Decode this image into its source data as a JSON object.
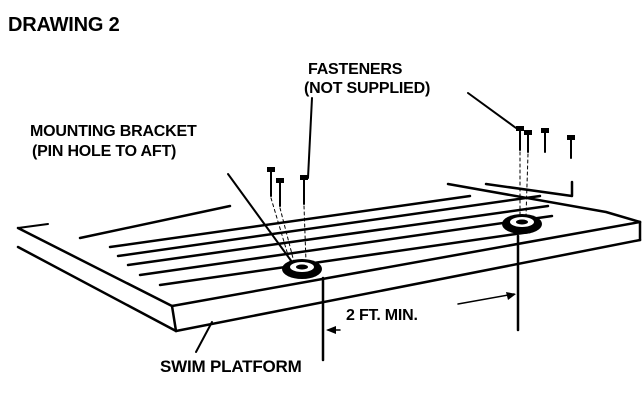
{
  "title": "DRAWING 2",
  "labels": {
    "fasteners_line1": "FASTENERS",
    "fasteners_line2": "(NOT SUPPLIED)",
    "bracket_line1": "MOUNTING BRACKET",
    "bracket_line2": "(PIN HOLE TO AFT)",
    "spacing": "2 FT. MIN.",
    "platform": "SWIM PLATFORM"
  },
  "colors": {
    "ink": "#000000",
    "paper": "#ffffff"
  }
}
